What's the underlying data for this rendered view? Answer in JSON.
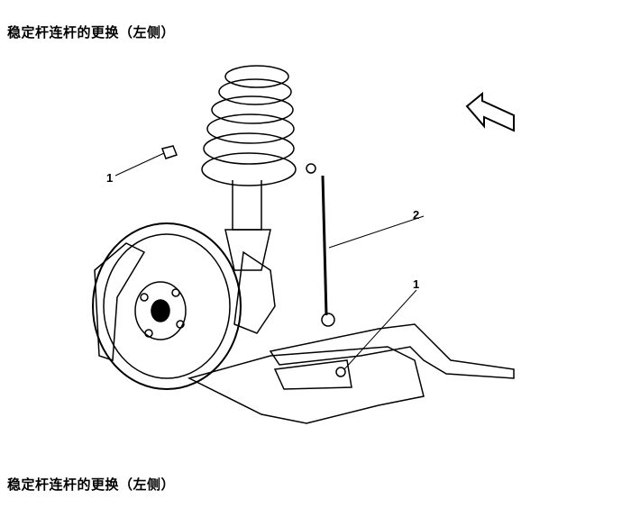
{
  "heading": "稳定杆连杆的更换（左侧）",
  "figure": {
    "callouts": [
      "1",
      "2",
      "1"
    ],
    "arrow_icon": "direction-arrow-icon"
  },
  "footer_heading": "稳定杆连杆的更换（左侧）"
}
